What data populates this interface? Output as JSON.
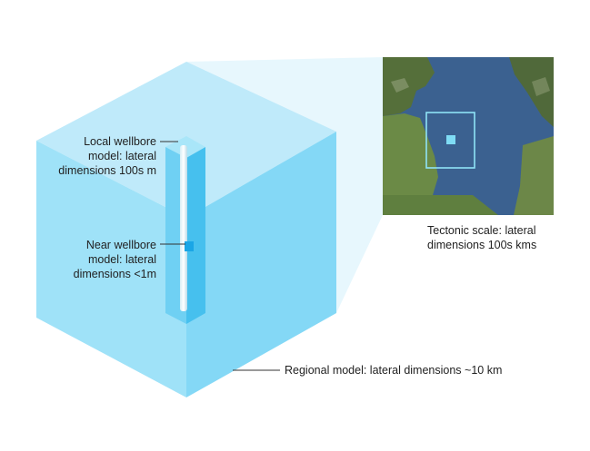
{
  "labels": {
    "local_wellbore": [
      "Local wellbore",
      "model: lateral",
      "dimensions 100s m"
    ],
    "near_wellbore": [
      "Near wellbore",
      "model: lateral",
      "dimensions <1m"
    ],
    "tectonic": [
      "Tectonic scale: lateral",
      "dimensions 100s kms"
    ],
    "regional": "Regional model: lateral dimensions ~10 km"
  },
  "colors": {
    "cube_top": "#bfeafa",
    "cube_left": "#99e0f8",
    "cube_right": "#7fd6f6",
    "column": "#4cc2ef",
    "map_water": "#3a5f8f",
    "map_land": "#5b7a3e",
    "highlight": "#7fdcf5",
    "leader_line": "#333333"
  }
}
